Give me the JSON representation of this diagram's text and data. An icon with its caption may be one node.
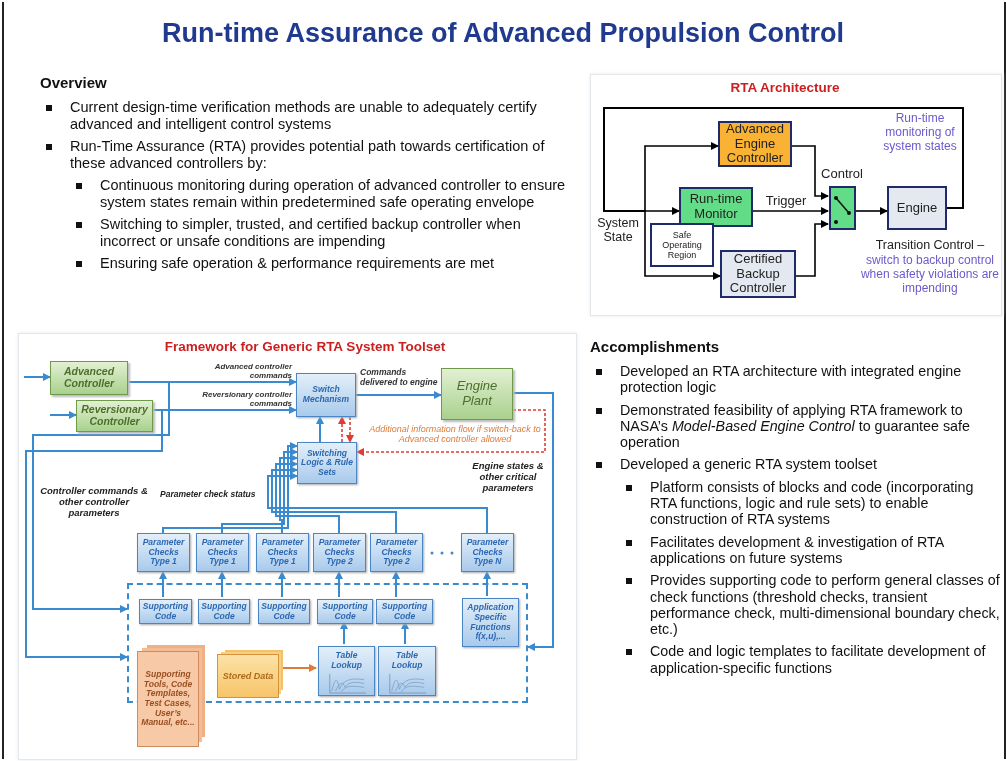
{
  "diagram": {
    "title": "Run-time Assurance of Advanced Propulsion Control",
    "nodes": [
      {
        "text": [
          "Advanced Engine Controller"
        ]
      },
      {
        "text": [
          "Run-time Monitor"
        ]
      },
      {
        "text": [
          "Safe Operating Region"
        ]
      },
      {
        "text": [
          "Certified Backup Controller"
        ]
      },
      {
        "text": [
          "Control"
        ]
      },
      {
        "text": [
          "Engine"
        ]
      },
      {
        "text": [
          "Advanced Controller"
        ]
      },
      {
        "text": [
          "Reversionary Controller"
        ]
      },
      {
        "text": [
          "Switch Mechanism"
        ]
      },
      {
        "text": [
          "Engine Plant"
        ]
      },
      {
        "text": [
          "Switching Logic & Rule Sets"
        ]
      },
      {
        "text": [],
        "shape": "box"
      },
      {
        "text": [
          "Parameter Checks Type 1"
        ]
      },
      {
        "text": [
          "Parameter Checks Type 1"
        ]
      },
      {
        "text": [
          "Parameter Checks Type 1"
        ]
      },
      {
        "text": [
          "Parameter Checks Type 2"
        ]
      },
      {
        "text": [
          "Parameter Checks Type 2"
        ]
      },
      {
        "text": [
          "Parameter Checks Type N"
        ]
      },
      {
        "text": [
          "Supporting Code"
        ],
        "in": 11
      },
      {
        "text": [
          "Supporting Code"
        ],
        "in": 11
      },
      {
        "text": [
          "Supporting Code"
        ],
        "in": 11
      },
      {
        "text": [
          "Supporting Code"
        ],
        "in": 11
      },
      {
        "text": [
          "Supporting Code"
        ],
        "in": 11
      },
      {
        "text": [
          "Application Specific Functions f(x,u),..."
        ],
        "in": 11
      },
      {
        "text": [
          "Table Lookup"
        ],
        "in": 11
      },
      {
        "text": [
          "Table Lookup"
        ],
        "in": 11
      },
      {
        "text": [
          "Supporting Tools, Code Templates, Test Cases, User’s Manual, etc..."
        ]
      },
      {
        "text": [
          "Stored Data"
        ],
        "in": 11
      }
    ],
    "edges": [
      {
        "from": 5,
        "to": 1,
        "arrow": "to",
        "color": "#000000"
      },
      {
        "from": 5,
        "to": 0,
        "arrow": "to",
        "color": "#000000"
      },
      {
        "from": 5,
        "to": 3,
        "arrow": "to",
        "color": "#000000"
      },
      {
        "from": 0,
        "to": 4,
        "arrow": "to",
        "color": "#000000"
      },
      {
        "from": 1,
        "to": 4,
        "arrow": "to",
        "label": "Trigger",
        "color": "#000000"
      },
      {
        "from": 3,
        "to": 4,
        "arrow": "to",
        "color": "#000000"
      },
      {
        "from": 4,
        "to": 5,
        "arrow": "to",
        "color": "#000000"
      },
      {
        "from": null,
        "to": 6,
        "arrow": "to"
      },
      {
        "from": null,
        "to": 7,
        "arrow": "to"
      },
      {
        "from": 6,
        "to": 8,
        "arrow": "to",
        "label": "Advanced controller commands"
      },
      {
        "from": 7,
        "to": 8,
        "arrow": "to",
        "label": "Reversionary controller commands"
      },
      {
        "from": 8,
        "to": 9,
        "arrow": "to",
        "label": "Commands delivered to engine"
      },
      {
        "from": 10,
        "to": 8,
        "arrow": "to"
      },
      {
        "from": 10,
        "to": 8,
        "arrow": "to",
        "style": "dashed",
        "color": "#e03c31"
      },
      {
        "from": 8,
        "to": 10,
        "arrow": "to",
        "style": "dashed",
        "color": "#e03c31"
      },
      {
        "from": 9,
        "to": 10,
        "arrow": "to",
        "style": "dashed",
        "color": "#e03c31",
        "label": "Additional information flow if switch-back to Advanced controller allowed"
      },
      {
        "from": 9,
        "to": 11,
        "arrow": "to"
      },
      {
        "from": 6,
        "to": 11,
        "arrow": "to"
      },
      {
        "from": 7,
        "to": 11,
        "arrow": "to"
      },
      {
        "from": 12,
        "to": 10,
        "arrow": "to"
      },
      {
        "from": 13,
        "to": 10,
        "arrow": "to"
      },
      {
        "from": 14,
        "to": 10,
        "arrow": "to"
      },
      {
        "from": 15,
        "to": 10,
        "arrow": "to"
      },
      {
        "from": 16,
        "to": 10,
        "arrow": "to"
      },
      {
        "from": 17,
        "to": 10,
        "arrow": "to"
      },
      {
        "from": 18,
        "to": 12,
        "arrow": "to"
      },
      {
        "from": 19,
        "to": 13,
        "arrow": "to"
      },
      {
        "from": 20,
        "to": 14,
        "arrow": "to"
      },
      {
        "from": 21,
        "to": 15,
        "arrow": "to"
      },
      {
        "from": 22,
        "to": 16,
        "arrow": "to"
      },
      {
        "from": 23,
        "to": 17,
        "arrow": "to"
      },
      {
        "from": 24,
        "to": 21,
        "arrow": "to"
      },
      {
        "from": 25,
        "to": 22,
        "arrow": "to"
      },
      {
        "from": 27,
        "to": 24,
        "arrow": "to",
        "color": "#e07b39"
      }
    ],
    "labels": [
      "Overview",
      "Current design-time verification methods are unable to adequately certify advanced and intelligent control systems",
      "Run-Time Assurance (RTA) provides potential path towards certification of these advanced controllers by:",
      "Continuous monitoring during operation of advanced controller to ensure system states remain within predetermined safe operating envelope",
      "Switching to simpler, trusted, and certified backup controller when incorrect or unsafe conditions are impending",
      "Ensuring safe operation & performance requirements are met",
      "RTA Architecture",
      "Run-time monitoring of system states",
      "System State",
      "Transition Control –",
      "switch to backup control when safety violations are impending",
      "Framework for Generic RTA System Toolset",
      "Parameter check status",
      "Controller commands & other controller parameters",
      "Engine states & other critical parameters",
      "Accomplishments",
      "Developed an RTA architecture with integrated engine protection logic",
      "Demonstrated feasibility of applying RTA framework to NASA’s *Model-Based Engine Control* to guarantee safe operation",
      "Developed a generic RTA system toolset",
      "Platform consists of blocks and code (incorporating RTA functions, logic and rule sets) to enable construction of RTA systems",
      "Facilitates development & investigation of RTA applications on future systems",
      "Provides supporting code to perform general classes of check functions (threshold checks, transient performance check, multi-dimensional boundary check, etc.)",
      "Code and logic templates to facilitate development of application-specific functions"
    ]
  }
}
